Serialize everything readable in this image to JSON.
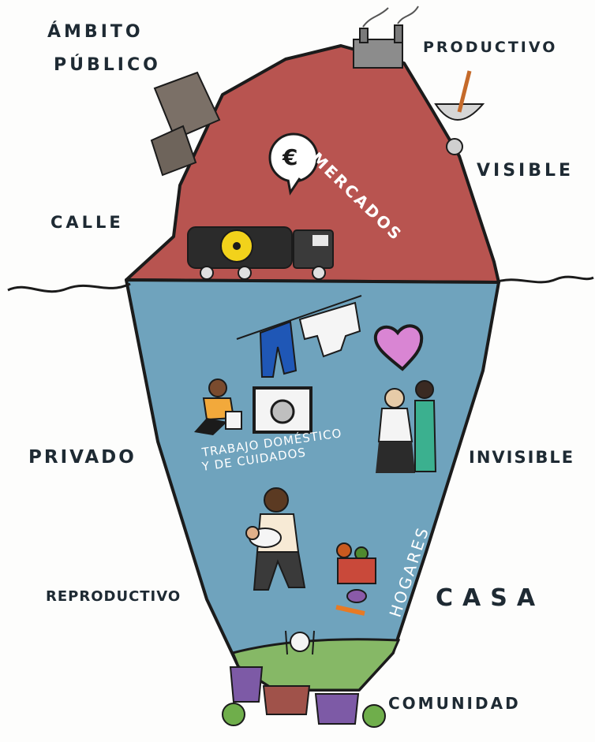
{
  "labels": {
    "ambito": "ÁMBITO",
    "publico": "PÚBLICO",
    "productivo": "PRODUCTIVO",
    "visible": "VISIBLE",
    "calle": "CALLE",
    "privado": "PRIVADO",
    "invisible": "INVISIBLE",
    "reproductivo": "REPRODUCTIVO",
    "casa": "CASA",
    "comunidad": "COMUNIDAD"
  },
  "inner": {
    "mercados": "MERCADOS",
    "trabajo_line1": "TRABAJO DOMÉSTICO",
    "trabajo_line2": "Y DE CUIDADOS",
    "hogares": "HOGARES",
    "euro_symbol": "€"
  },
  "colors": {
    "market_red": "#b85450",
    "water_blue": "#6fa3bd",
    "community_green": "#86b866",
    "outline": "#1b1b1b"
  },
  "icons": [
    "factory-icon",
    "buildings-icon",
    "satellite-dish-icon",
    "euro-speech-bubble-icon",
    "radioactive-truck-icon",
    "clothesline-icon",
    "heart-icon",
    "washing-machine-icon",
    "cleaning-person-icon",
    "elderly-care-icon",
    "parent-with-baby-icon",
    "vegetable-pot-icon",
    "plate-cutlery-icon",
    "houses-icon",
    "trees-icon"
  ]
}
